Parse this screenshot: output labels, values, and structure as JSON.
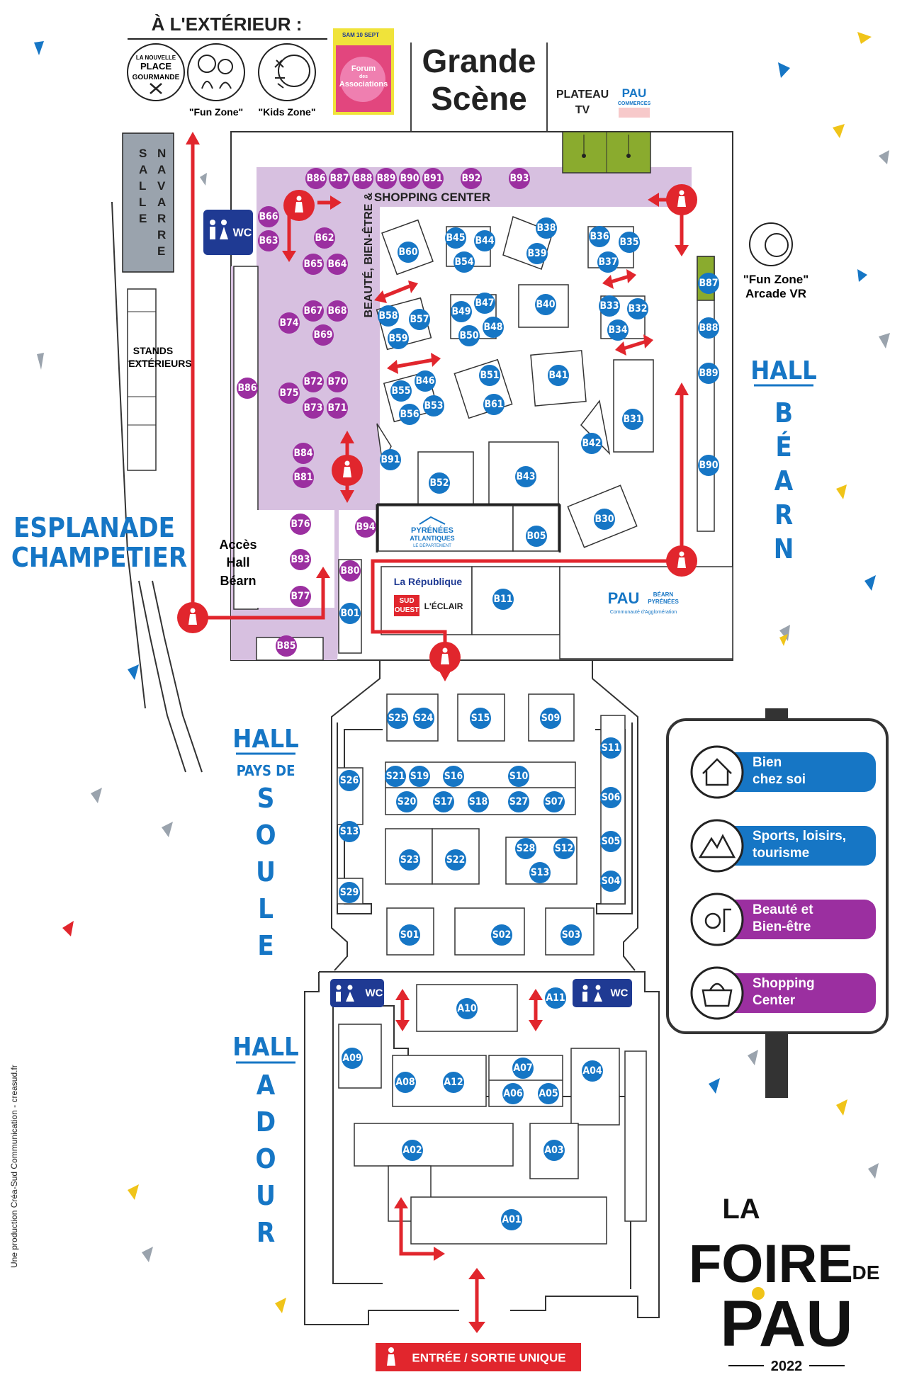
{
  "outside": {
    "title": "À L'EXTÉRIEUR :",
    "place_line1": "LA NOUVELLE",
    "place_line2": "PLACE",
    "place_line3": "GOURMANDE",
    "funzone": "\"Fun Zone\"",
    "kidszone": "\"Kids Zone\"",
    "forum_date": "SAM 10 SEPT",
    "forum_title1": "Forum",
    "forum_title2": "des",
    "forum_title3": "Associations"
  },
  "stage": {
    "line1": "Grande",
    "line2": "Scène"
  },
  "plateau": {
    "line1": "PLATEAU",
    "line2": "TV"
  },
  "pau_commerces": {
    "line1": "PAU",
    "line2": "COMMERCES"
  },
  "salle_navarre": {
    "word1": "SALLE",
    "word2": "NAVARRE"
  },
  "stands_ext": {
    "line1": "STANDS",
    "line2": "EXTÉRIEURS"
  },
  "esplanade": {
    "line1": "ESPLANADE",
    "line2": "CHAMPETIER"
  },
  "acces": {
    "line1": "Accès",
    "line2": "Hall",
    "line3": "Béarn"
  },
  "wc": "WC",
  "shopping_center": "SHOPPING CENTER",
  "beaute_vertical": "BEAUTÉ, BIEN-ÊTRE &",
  "fun_zone_vr": {
    "line1": "\"Fun Zone\"",
    "line2": "Arcade VR"
  },
  "hall_bearn": {
    "word": "HALL",
    "letters": [
      "B",
      "É",
      "A",
      "R",
      "N"
    ]
  },
  "hall_soule": {
    "word": "HALL",
    "sub": "PAYS DE",
    "letters": [
      "S",
      "O",
      "U",
      "L",
      "E"
    ]
  },
  "hall_adour": {
    "word": "HALL",
    "letters": [
      "A",
      "D",
      "O",
      "U",
      "R"
    ]
  },
  "sponsors": {
    "pyrenees1": "PYRÉNÉES",
    "pyrenees2": "ATLANTIQUES",
    "pyrenees3": "LE DÉPARTEMENT",
    "republique": "La République",
    "sudouest1": "SUD",
    "sudouest2": "OUEST",
    "eclair": "L'ÉCLAIR",
    "pau1": "PAU",
    "pau2": "BÉARN",
    "pau3": "PYRÉNÉES",
    "pau4": "Communauté d'Agglomération"
  },
  "legend": [
    {
      "label1": "Bien",
      "label2": "chez soi",
      "color": "#1676c5"
    },
    {
      "label1": "Sports, loisirs,",
      "label2": "tourisme",
      "color": "#1676c5"
    },
    {
      "label1": "Beauté et",
      "label2": "Bien-être",
      "color": "#9b2fa0"
    },
    {
      "label1": "Shopping",
      "label2": "Center",
      "color": "#9b2fa0"
    }
  ],
  "entrance": "ENTRÉE / SORTIE UNIQUE",
  "credit": "Une production Créa-Sud Communication - creasud.fr",
  "logo": {
    "la": "LA",
    "foire": "FOIRE",
    "de": "DE",
    "pau": "PAU",
    "year": "2022"
  },
  "colors": {
    "beauty": "#9b2fa0",
    "home": "#1676c5",
    "route": "#e1262d",
    "lilac": "#d7c0e0",
    "green": "#8aab2e",
    "navy": "#1f3a93"
  },
  "stands_b_purple": [
    {
      "id": "B86a",
      "label": "B86"
    },
    {
      "id": "B87a",
      "label": "B87"
    },
    {
      "id": "B88a",
      "label": "B88"
    },
    {
      "id": "B89",
      "label": "B89"
    },
    {
      "id": "B90a",
      "label": "B90"
    },
    {
      "id": "B91a",
      "label": "B91"
    },
    {
      "id": "B92",
      "label": "B92"
    },
    {
      "id": "B93a",
      "label": "B93"
    },
    {
      "id": "B66",
      "label": "B66"
    },
    {
      "id": "B63",
      "label": "B63"
    },
    {
      "id": "B62",
      "label": "B62"
    },
    {
      "id": "B65",
      "label": "B65"
    },
    {
      "id": "B64",
      "label": "B64"
    },
    {
      "id": "B74",
      "label": "B74"
    },
    {
      "id": "B67",
      "label": "B67"
    },
    {
      "id": "B68",
      "label": "B68"
    },
    {
      "id": "B69",
      "label": "B69"
    },
    {
      "id": "B86b",
      "label": "B86"
    },
    {
      "id": "B75",
      "label": "B75"
    },
    {
      "id": "B72",
      "label": "B72"
    },
    {
      "id": "B70",
      "label": "B70"
    },
    {
      "id": "B73",
      "label": "B73"
    },
    {
      "id": "B71",
      "label": "B71"
    },
    {
      "id": "B84",
      "label": "B84"
    },
    {
      "id": "B81",
      "label": "B81"
    },
    {
      "id": "B76",
      "label": "B76"
    },
    {
      "id": "B93b",
      "label": "B93"
    },
    {
      "id": "B77",
      "label": "B77"
    },
    {
      "id": "B94",
      "label": "B94"
    },
    {
      "id": "B80",
      "label": "B80"
    },
    {
      "id": "B85",
      "label": "B85"
    }
  ],
  "stands_b_blue": [
    {
      "id": "B60",
      "label": "B60"
    },
    {
      "id": "B45",
      "label": "B45"
    },
    {
      "id": "B44",
      "label": "B44"
    },
    {
      "id": "B54",
      "label": "B54"
    },
    {
      "id": "B38",
      "label": "B38"
    },
    {
      "id": "B39",
      "label": "B39"
    },
    {
      "id": "B36",
      "label": "B36"
    },
    {
      "id": "B35",
      "label": "B35"
    },
    {
      "id": "B37",
      "label": "B37"
    },
    {
      "id": "B87b",
      "label": "B87"
    },
    {
      "id": "B58",
      "label": "B58"
    },
    {
      "id": "B57",
      "label": "B57"
    },
    {
      "id": "B59",
      "label": "B59"
    },
    {
      "id": "B49",
      "label": "B49"
    },
    {
      "id": "B47",
      "label": "B47"
    },
    {
      "id": "B48",
      "label": "B48"
    },
    {
      "id": "B50",
      "label": "B50"
    },
    {
      "id": "B40",
      "label": "B40"
    },
    {
      "id": "B33",
      "label": "B33"
    },
    {
      "id": "B32",
      "label": "B32"
    },
    {
      "id": "B34",
      "label": "B34"
    },
    {
      "id": "B88b",
      "label": "B88"
    },
    {
      "id": "B55",
      "label": "B55"
    },
    {
      "id": "B46",
      "label": "B46"
    },
    {
      "id": "B56",
      "label": "B56"
    },
    {
      "id": "B53",
      "label": "B53"
    },
    {
      "id": "B51",
      "label": "B51"
    },
    {
      "id": "B61",
      "label": "B61"
    },
    {
      "id": "B41",
      "label": "B41"
    },
    {
      "id": "B89b",
      "label": "B89"
    },
    {
      "id": "B31",
      "label": "B31"
    },
    {
      "id": "B42",
      "label": "B42"
    },
    {
      "id": "B91b",
      "label": "B91"
    },
    {
      "id": "B52",
      "label": "B52"
    },
    {
      "id": "B43",
      "label": "B43"
    },
    {
      "id": "B90b",
      "label": "B90"
    },
    {
      "id": "B30",
      "label": "B30"
    },
    {
      "id": "B05",
      "label": "B05"
    },
    {
      "id": "B11",
      "label": "B11"
    },
    {
      "id": "B01",
      "label": "B01"
    }
  ],
  "stands_s": [
    {
      "id": "S25",
      "label": "S25"
    },
    {
      "id": "S24",
      "label": "S24"
    },
    {
      "id": "S15",
      "label": "S15"
    },
    {
      "id": "S09",
      "label": "S09"
    },
    {
      "id": "S11",
      "label": "S11"
    },
    {
      "id": "S26",
      "label": "S26"
    },
    {
      "id": "S21",
      "label": "S21"
    },
    {
      "id": "S19",
      "label": "S19"
    },
    {
      "id": "S16",
      "label": "S16"
    },
    {
      "id": "S10",
      "label": "S10"
    },
    {
      "id": "S20",
      "label": "S20"
    },
    {
      "id": "S17",
      "label": "S17"
    },
    {
      "id": "S18",
      "label": "S18"
    },
    {
      "id": "S27",
      "label": "S27"
    },
    {
      "id": "S07",
      "label": "S07"
    },
    {
      "id": "S06",
      "label": "S06"
    },
    {
      "id": "S13",
      "label": "S13"
    },
    {
      "id": "S23",
      "label": "S23"
    },
    {
      "id": "S22",
      "label": "S22"
    },
    {
      "id": "S28",
      "label": "S28"
    },
    {
      "id": "S12",
      "label": "S12"
    },
    {
      "id": "S05",
      "label": "S05"
    },
    {
      "id": "S14",
      "label": "S13"
    },
    {
      "id": "S04",
      "label": "S04"
    },
    {
      "id": "S29",
      "label": "S29"
    },
    {
      "id": "S01",
      "label": "S01"
    },
    {
      "id": "S02",
      "label": "S02"
    },
    {
      "id": "S03",
      "label": "S03"
    }
  ],
  "stands_a": [
    {
      "id": "A10",
      "label": "A10"
    },
    {
      "id": "A11",
      "label": "A11"
    },
    {
      "id": "A09",
      "label": "A09"
    },
    {
      "id": "A08",
      "label": "A08"
    },
    {
      "id": "A12",
      "label": "A12"
    },
    {
      "id": "A07",
      "label": "A07"
    },
    {
      "id": "A06",
      "label": "A06"
    },
    {
      "id": "A05",
      "label": "A05"
    },
    {
      "id": "A04",
      "label": "A04"
    },
    {
      "id": "A02",
      "label": "A02"
    },
    {
      "id": "A03",
      "label": "A03"
    },
    {
      "id": "A01",
      "label": "A01"
    }
  ]
}
